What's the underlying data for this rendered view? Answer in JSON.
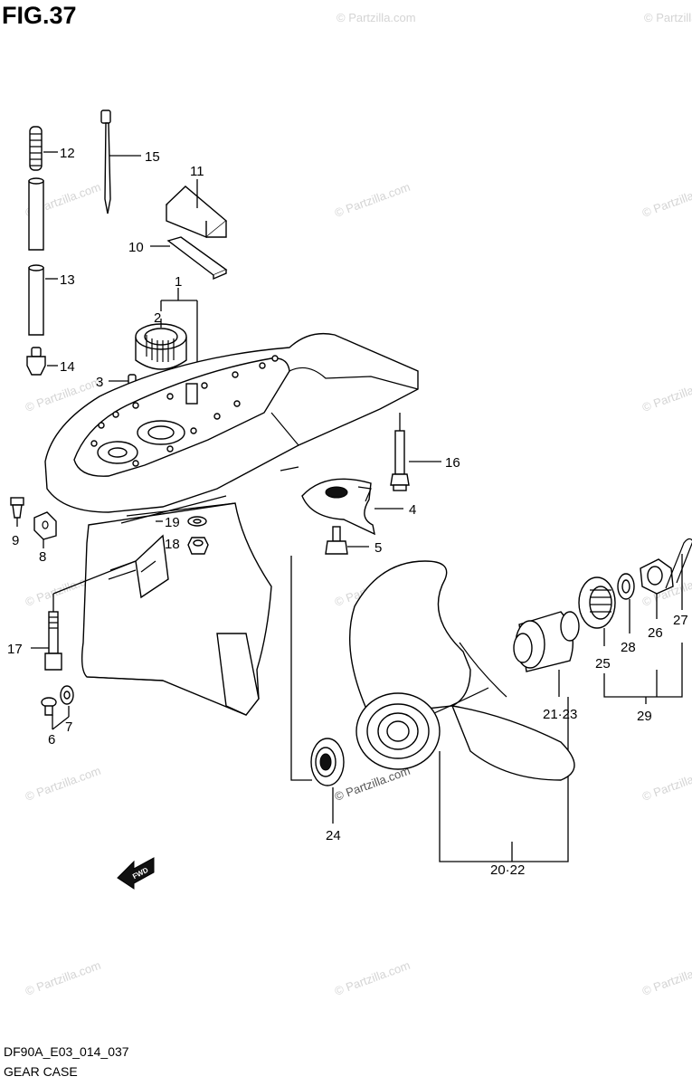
{
  "figure": {
    "title": "FIG.37"
  },
  "footer": {
    "code": "DF90A_E03_014_037",
    "name": "GEAR CASE"
  },
  "watermark": "© Partzilla.com",
  "fwd_arrow_text": "FWD",
  "callouts": [
    {
      "key": "c12",
      "text": "12"
    },
    {
      "key": "c15",
      "text": "15"
    },
    {
      "key": "c11",
      "text": "11"
    },
    {
      "key": "c10",
      "text": "10"
    },
    {
      "key": "c13",
      "text": "13"
    },
    {
      "key": "c1",
      "text": "1"
    },
    {
      "key": "c2",
      "text": "2"
    },
    {
      "key": "c14",
      "text": "14"
    },
    {
      "key": "c3",
      "text": "3"
    },
    {
      "key": "c16",
      "text": "16"
    },
    {
      "key": "c4",
      "text": "4"
    },
    {
      "key": "c19",
      "text": "19"
    },
    {
      "key": "c18",
      "text": "18"
    },
    {
      "key": "c9",
      "text": "9"
    },
    {
      "key": "c8",
      "text": "8"
    },
    {
      "key": "c5",
      "text": "5"
    },
    {
      "key": "c17",
      "text": "17"
    },
    {
      "key": "c26",
      "text": "26"
    },
    {
      "key": "c27",
      "text": "27"
    },
    {
      "key": "c28",
      "text": "28"
    },
    {
      "key": "c25",
      "text": "25"
    },
    {
      "key": "c21_23",
      "text": "21·23"
    },
    {
      "key": "c29",
      "text": "29"
    },
    {
      "key": "c6",
      "text": "6"
    },
    {
      "key": "c7",
      "text": "7"
    },
    {
      "key": "c24",
      "text": "24"
    },
    {
      "key": "c20_22",
      "text": "20·22"
    }
  ]
}
